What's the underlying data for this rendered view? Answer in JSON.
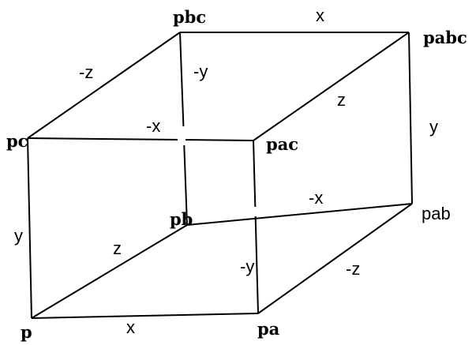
{
  "vertices": {
    "p": "p",
    "pa": "pa",
    "pb": "pb",
    "pc": "pc",
    "pab": "pab",
    "pac": "pac",
    "pbc": "pbc",
    "pabc": "pabc"
  },
  "edges": {
    "p_pa": "x",
    "pb_pab": "-x",
    "pc_pac": "-x",
    "pbc_pabc": "x",
    "p_pc": "y",
    "pa_pac": "-y",
    "pb_pbc": "-y",
    "pab_pabc": "y",
    "p_pb": "z",
    "pa_pab": "-z",
    "pc_pbc": "-z",
    "pac_pabc": "z"
  },
  "colors": {
    "line": "#000000",
    "background": "#ffffff"
  }
}
